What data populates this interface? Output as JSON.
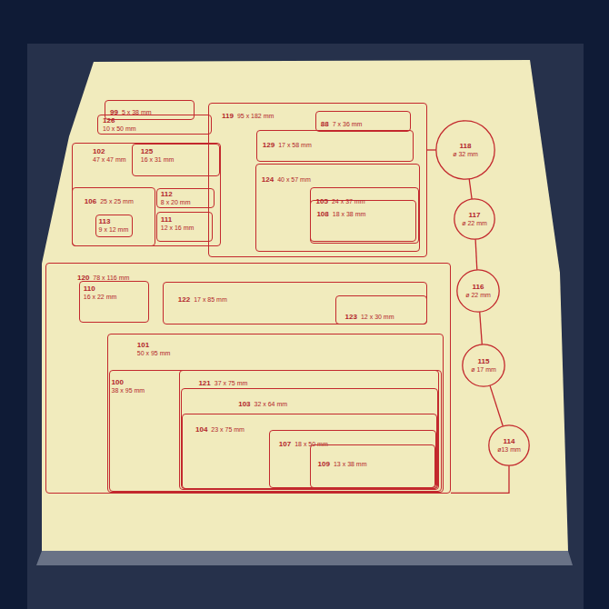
{
  "diagram": {
    "nodes": [
      {
        "text": [
          "99",
          "5 x 38 mm"
        ]
      },
      {
        "text": [
          "126",
          "10 x 50 mm"
        ]
      },
      {
        "text": [
          "119",
          "95 x 182 mm"
        ]
      },
      {
        "text": [
          "88",
          "7 x 36 mm"
        ],
        "in": 2
      },
      {
        "text": [
          "129",
          "17 x 58 mm"
        ],
        "in": 2
      },
      {
        "text": [
          "124",
          "40 x 57 mm"
        ],
        "in": 2
      },
      {
        "text": [
          "105",
          "24 x 37 mm"
        ],
        "in": 5
      },
      {
        "text": [
          "108",
          "18 x 38 mm"
        ],
        "in": 6
      },
      {
        "text": [
          "118",
          "ø 32 mm"
        ]
      },
      {
        "text": [
          "102",
          "47 x 47 mm"
        ]
      },
      {
        "text": [
          "125",
          "16 x 31 mm"
        ],
        "in": 9
      },
      {
        "text": [
          "106",
          "25 x 25 mm"
        ],
        "in": 9
      },
      {
        "text": [
          "113",
          "9 x 12 mm"
        ],
        "in": 11
      },
      {
        "text": [
          "112",
          "8 x 20 mm"
        ],
        "in": 9
      },
      {
        "text": [
          "111",
          "12 x 16 mm"
        ],
        "in": 9
      },
      {
        "text": [
          "117",
          "ø 22 mm"
        ]
      },
      {
        "text": [
          "120",
          "78 x 116 mm"
        ]
      },
      {
        "text": [
          "110",
          "16 x 22 mm"
        ],
        "in": 16
      },
      {
        "text": [
          "122",
          "17 x 85 mm"
        ],
        "in": 16
      },
      {
        "text": [
          "123",
          "12 x 30 mm"
        ],
        "in": 18
      },
      {
        "text": [
          "116",
          "ø 22 mm"
        ]
      },
      {
        "text": [
          "101",
          "50 x 95 mm"
        ],
        "in": 16
      },
      {
        "text": [
          "100",
          "38 x 95 mm"
        ],
        "in": 21
      },
      {
        "text": [
          "121",
          "37 x 75 mm"
        ],
        "in": 22
      },
      {
        "text": [
          "103",
          "32 x 64 mm"
        ],
        "in": 23
      },
      {
        "text": [
          "104",
          "23 x 75 mm"
        ],
        "in": 24
      },
      {
        "text": [
          "107",
          "18 x 50 mm"
        ],
        "in": 25
      },
      {
        "text": [
          "109",
          "13 x 38 mm"
        ],
        "in": 26
      },
      {
        "text": [
          "115",
          "ø 17 mm"
        ]
      },
      {
        "text": [
          "114",
          "ø13 mm"
        ]
      }
    ],
    "edges": [
      {
        "from": 2,
        "to": 8,
        "arrow": "none"
      },
      {
        "from": 8,
        "to": 15,
        "arrow": "none"
      },
      {
        "from": 15,
        "to": 20,
        "arrow": "none"
      },
      {
        "from": 20,
        "to": 28,
        "arrow": "none"
      },
      {
        "from": 28,
        "to": 29,
        "arrow": "none"
      },
      {
        "from": 29,
        "to": 16,
        "arrow": "none"
      }
    ]
  }
}
